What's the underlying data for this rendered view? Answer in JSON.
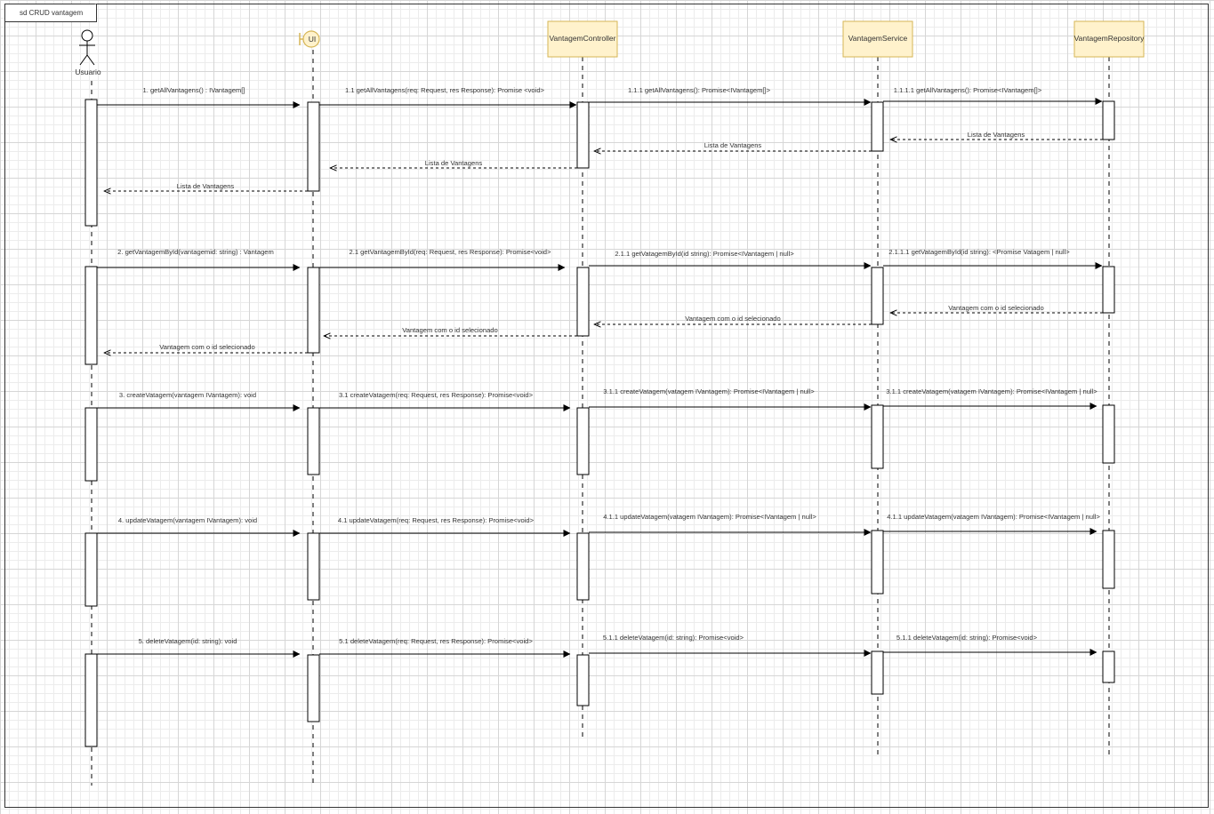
{
  "frame": {
    "label": "sd CRUD vantagem"
  },
  "participants": [
    {
      "id": "usuario",
      "label": "Usuario",
      "kind": "actor"
    },
    {
      "id": "ui",
      "label": "UI",
      "kind": "boundary"
    },
    {
      "id": "controller",
      "label": "VantagemController",
      "kind": "box"
    },
    {
      "id": "service",
      "label": "VantagemService",
      "kind": "box"
    },
    {
      "id": "repository",
      "label": "VantagemRepository",
      "kind": "box"
    }
  ],
  "messages": [
    {
      "from": "usuario",
      "to": "ui",
      "type": "call",
      "label": "1. getAllVantagens() : IVantagem[]"
    },
    {
      "from": "ui",
      "to": "controller",
      "type": "call",
      "label": "1.1 getAllVantagens(req: Request, res Response): Promise <void>"
    },
    {
      "from": "controller",
      "to": "service",
      "type": "call",
      "label": "1.1.1 getAllVantagens(): Promise<IVantagem[]>"
    },
    {
      "from": "service",
      "to": "repository",
      "type": "call",
      "label": "1.1.1.1 getAllVantagens(): Promise<IVantagem[]>"
    },
    {
      "from": "repository",
      "to": "service",
      "type": "return",
      "label": "Lista de Vantagens"
    },
    {
      "from": "service",
      "to": "controller",
      "type": "return",
      "label": "Lista de Vantagens"
    },
    {
      "from": "controller",
      "to": "ui",
      "type": "return",
      "label": "Lista de Vantagens"
    },
    {
      "from": "ui",
      "to": "usuario",
      "type": "return",
      "label": "Lista de Vantagens"
    },
    {
      "from": "usuario",
      "to": "ui",
      "type": "call",
      "label": "2. getVantagemById(vantagemid: string) : Vantagem"
    },
    {
      "from": "ui",
      "to": "controller",
      "type": "call",
      "label": "2.1 getVantagemById(req: Request, res Response): Promise<void>"
    },
    {
      "from": "controller",
      "to": "service",
      "type": "call",
      "label": "2.1.1 getVatagemById(id string): Promise<IVantagem | null>"
    },
    {
      "from": "service",
      "to": "repository",
      "type": "call",
      "label": "2.1.1.1 getVatagemById(id string): <Promise Vatagem | null>"
    },
    {
      "from": "repository",
      "to": "service",
      "type": "return",
      "label": "Vantagem com o id selecionado"
    },
    {
      "from": "service",
      "to": "controller",
      "type": "return",
      "label": "Vantagem com o id selecionado"
    },
    {
      "from": "controller",
      "to": "ui",
      "type": "return",
      "label": "Vantagem com o id selecionado"
    },
    {
      "from": "ui",
      "to": "usuario",
      "type": "return",
      "label": "Vantagem com o id selecionado"
    },
    {
      "from": "usuario",
      "to": "ui",
      "type": "call",
      "label": "3. createVatagem(vantagem IVantagem): void"
    },
    {
      "from": "ui",
      "to": "controller",
      "type": "call",
      "label": "3.1 createVatagem(req: Request, res Response): Promise<void>"
    },
    {
      "from": "controller",
      "to": "service",
      "type": "call",
      "label": "3.1.1 createVatagem(vatagem IVantagem): Promise<IVantagem | null>"
    },
    {
      "from": "service",
      "to": "repository",
      "type": "call",
      "label": "3.1.1 createVatagem(vatagem IVantagem): Promise<IVantagem | null>"
    },
    {
      "from": "usuario",
      "to": "ui",
      "type": "call",
      "label": "4. updateVatagem(vantagem IVantagem): void"
    },
    {
      "from": "ui",
      "to": "controller",
      "type": "call",
      "label": "4.1 updateVatagem(req: Request, res Response): Promise<void>"
    },
    {
      "from": "controller",
      "to": "service",
      "type": "call",
      "label": "4.1.1 updateVatagem(vatagem IVantagem): Promise<IVantagem | null>"
    },
    {
      "from": "service",
      "to": "repository",
      "type": "call",
      "label": "4.1.1 updateVatagem(vatagem IVantagem): Promise<IVantagem | null>"
    },
    {
      "from": "usuario",
      "to": "ui",
      "type": "call",
      "label": "5. deleteVatagem(id: string): void"
    },
    {
      "from": "ui",
      "to": "controller",
      "type": "call",
      "label": "5.1 deleteVatagem(req: Request, res Response): Promise<void>"
    },
    {
      "from": "controller",
      "to": "service",
      "type": "call",
      "label": "5.1.1 deleteVatagem(id: string): Promise<void>"
    },
    {
      "from": "service",
      "to": "repository",
      "type": "call",
      "label": "5.1.1 deleteVatagem(id: string): Promise<void>"
    }
  ],
  "colors": {
    "participant_fill": "#fff2cc",
    "participant_stroke": "#d6b656",
    "line": "#000000",
    "text": "#333333"
  }
}
